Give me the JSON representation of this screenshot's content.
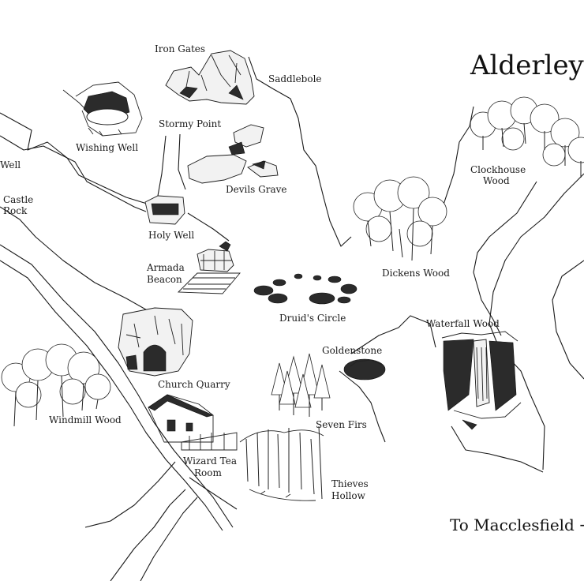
{
  "map": {
    "title": "Alderley",
    "direction_label": "To Macclesfield →",
    "places": {
      "iron_gates": "Iron Gates",
      "saddlebole": "Saddlebole",
      "wishing_well": "Wishing Well",
      "stormy_point": "Stormy Point",
      "well": "Well",
      "devils_grave": "Devils Grave",
      "castle_rock_1": "Castle",
      "castle_rock_2": "Rock",
      "holy_well": "Holy Well",
      "clockhouse_wood_1": "Clockhouse",
      "clockhouse_wood_2": "Wood",
      "dickens_wood": "Dickens Wood",
      "armada_beacon_1": "Armada",
      "armada_beacon_2": "Beacon",
      "druids_circle": "Druid's Circle",
      "waterfall_wood": "Waterfall Wood",
      "goldenstone": "Goldenstone",
      "church_quarry": "Church Quarry",
      "windmill_wood": "Windmill Wood",
      "seven_firs": "Seven Firs",
      "wizard_tea_room_1": "Wizard Tea",
      "wizard_tea_room_2": "Room",
      "thieves_hollow_1": "Thieves",
      "thieves_hollow_2": "Hollow"
    },
    "colors": {
      "ink": "#1a1a1a",
      "paper": "#ffffff"
    }
  }
}
